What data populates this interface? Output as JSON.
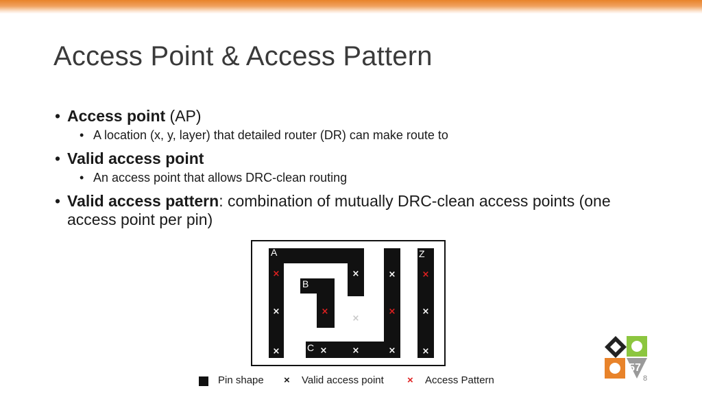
{
  "slide": {
    "title": "Access Point & Access Pattern",
    "page_number": "8"
  },
  "bullets": {
    "ap_term": "Access point",
    "ap_rest": " (AP)",
    "ap_sub": "A location (x, y, layer) that detailed router (DR) can make route to",
    "vap_term": "Valid access point",
    "vap_sub": "An access point that allows DRC-clean routing",
    "vpat_term": "Valid access pattern",
    "vpat_rest": ": combination of mutually DRC-clean access points (one access point per pin)"
  },
  "figure": {
    "pin_labels": [
      "A",
      "B",
      "C",
      "Z"
    ],
    "mark_glyph": "×"
  },
  "legend": {
    "pin_shape": "Pin shape",
    "valid_access_point": "Valid access point",
    "access_pattern": "Access Pattern"
  },
  "logo": {
    "text": "57"
  },
  "colors": {
    "accent_orange": "#e8832a",
    "access_pattern_red": "#e02020",
    "logo_green": "#8cc63f"
  }
}
